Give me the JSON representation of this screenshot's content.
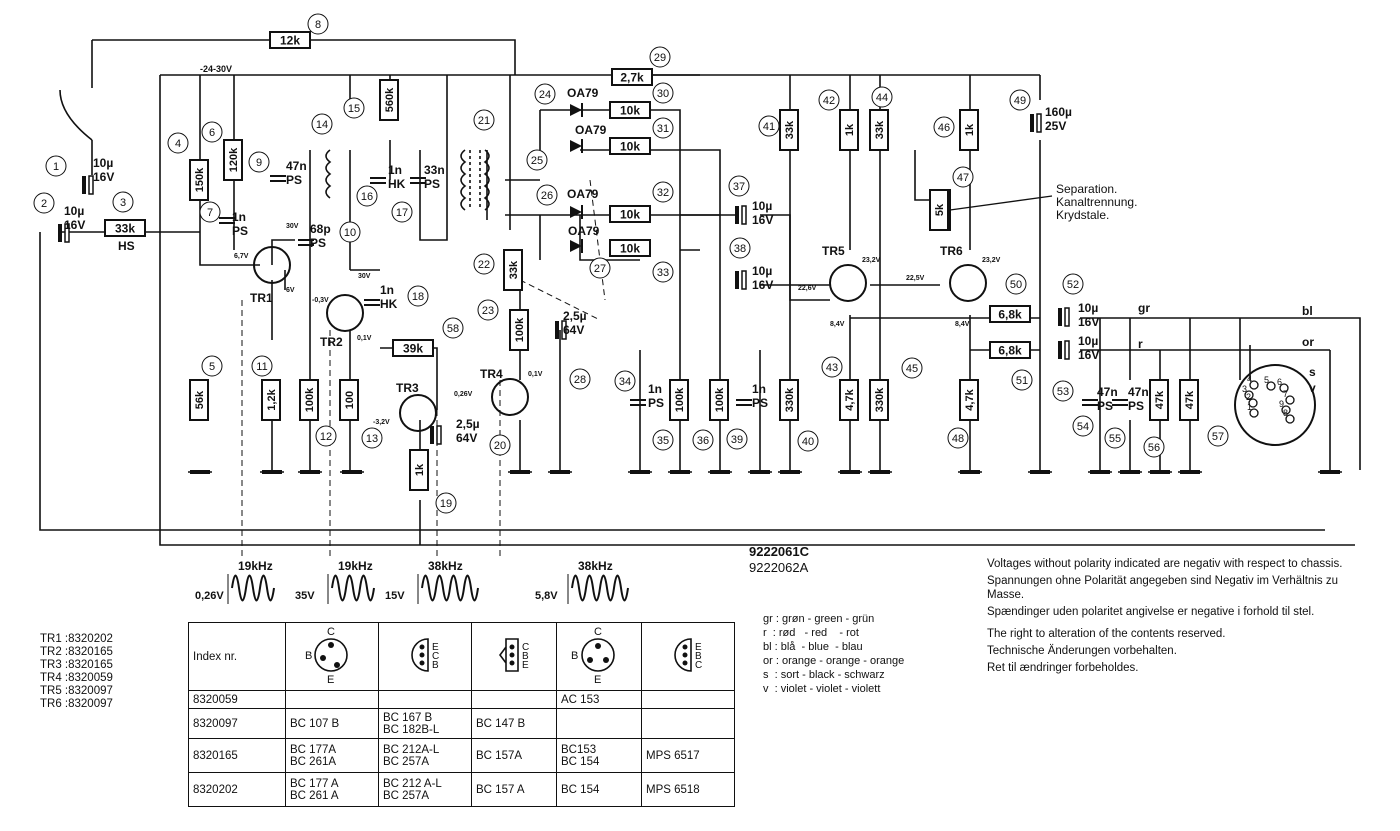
{
  "schematic": {
    "resistors": [
      {
        "ref": "8",
        "value": "12k"
      },
      {
        "ref": "29",
        "value": "2,7k"
      },
      {
        "ref": "30",
        "value": "10k"
      },
      {
        "ref": "31",
        "value": "10k"
      },
      {
        "ref": "32",
        "value": "10k"
      },
      {
        "ref": "33",
        "value": "10k"
      },
      {
        "ref": "3",
        "value": "33k"
      },
      {
        "ref": "4",
        "value": "150k"
      },
      {
        "ref": "6",
        "value": "120k"
      },
      {
        "ref": "15",
        "value": "560k"
      },
      {
        "ref": "5",
        "value": "56k"
      },
      {
        "ref": "11",
        "value": "1,2k"
      },
      {
        "ref": "12",
        "value": "100k"
      },
      {
        "ref": "13",
        "value": "100"
      },
      {
        "ref": "58",
        "value": "39k"
      },
      {
        "ref": "19",
        "value": "1k"
      },
      {
        "ref": "22",
        "value": "33k"
      },
      {
        "ref": "23",
        "value": "100k"
      },
      {
        "ref": "35",
        "value": "100k"
      },
      {
        "ref": "36",
        "value": "100k"
      },
      {
        "ref": "40",
        "value": "330k"
      },
      {
        "ref": "41",
        "value": "33k"
      },
      {
        "ref": "42",
        "value": "1k"
      },
      {
        "ref": "44",
        "value": "33k"
      },
      {
        "ref": "46",
        "value": "1k"
      },
      {
        "ref": "43",
        "value": "4,7k"
      },
      {
        "ref": "45",
        "value": "330k"
      },
      {
        "ref": "47",
        "value": "5k"
      },
      {
        "ref": "48",
        "value": "4,7k"
      },
      {
        "ref": "50",
        "value": "6,8k"
      },
      {
        "ref": "51",
        "value": "6,8k"
      },
      {
        "ref": "56a",
        "value": "47k"
      },
      {
        "ref": "56b",
        "value": "47k"
      }
    ],
    "capacitors": [
      {
        "ref": "1",
        "value": "10µ",
        "value2": "16V"
      },
      {
        "ref": "2",
        "value": "10µ",
        "value2": "16V"
      },
      {
        "ref": "7",
        "value": "1n",
        "value2": "PS"
      },
      {
        "ref": "9",
        "value": "47n",
        "value2": "PS"
      },
      {
        "ref": "10",
        "value": "68p",
        "value2": "PS"
      },
      {
        "ref": "16",
        "value": "1n",
        "value2": "HK"
      },
      {
        "ref": "17",
        "value": "33n",
        "value2": "PS"
      },
      {
        "ref": "18",
        "value": "1n",
        "value2": "HK"
      },
      {
        "ref": "20",
        "value": "2,5µ",
        "value2": "64V"
      },
      {
        "ref": "28",
        "value": "2,5µ",
        "value2": "64V"
      },
      {
        "ref": "34",
        "value": "1n",
        "value2": "PS"
      },
      {
        "ref": "39",
        "value": "1n",
        "value2": "PS"
      },
      {
        "ref": "37",
        "value": "10µ",
        "value2": "16V"
      },
      {
        "ref": "38",
        "value": "10µ",
        "value2": "16V"
      },
      {
        "ref": "49",
        "value": "160µ",
        "value2": "25V"
      },
      {
        "ref": "52",
        "value": "10µ",
        "value2": "16V"
      },
      {
        "ref": "53",
        "value": "10µ",
        "value2": "16V"
      },
      {
        "ref": "54",
        "value": "47n",
        "value2": "PS"
      },
      {
        "ref": "55",
        "value": "47n",
        "value2": "PS"
      }
    ],
    "diodes": [
      {
        "ref": "24",
        "type": "OA79"
      },
      {
        "ref": "25",
        "type": "OA79"
      },
      {
        "ref": "26",
        "type": "OA79"
      },
      {
        "ref": "27",
        "type": "OA79"
      }
    ],
    "transistors": [
      "TR1",
      "TR2",
      "TR3",
      "TR4",
      "TR5",
      "TR6"
    ],
    "supply_label": "-24-30V",
    "hs_label": "HS",
    "extra_refs": [
      "14",
      "21",
      "57"
    ],
    "voltages": [
      "6,7V",
      "6V",
      "30V",
      "30V",
      "-0,3V",
      "0,1V",
      "-3,2V",
      "0,26V",
      "0,1V",
      "23,2V",
      "22,5V",
      "22,6V",
      "23,2V",
      "8,4V",
      "8,4V"
    ],
    "separation": [
      "Separation.",
      "Kanaltrennung.",
      "Krydstale."
    ],
    "wire_labels": {
      "gr": "gr",
      "bl": "bl",
      "r": "r",
      "or": "or",
      "s": "s",
      "v": "v"
    },
    "din_pins": [
      "1",
      "2",
      "3",
      "4",
      "5",
      "6",
      "7",
      "8",
      "9"
    ]
  },
  "waveforms": [
    {
      "freq": "19kHz",
      "amp": "0,26V"
    },
    {
      "freq": "19kHz",
      "amp": "35V"
    },
    {
      "freq": "38kHz",
      "amp": "15V"
    },
    {
      "freq": "38kHz",
      "amp": "5,8V"
    }
  ],
  "part_numbers": [
    "9222061C",
    "9222062A"
  ],
  "transistor_list": [
    {
      "tr": "TR1",
      "code": "8320202"
    },
    {
      "tr": "TR2",
      "code": "8320165"
    },
    {
      "tr": "TR3",
      "code": "8320165"
    },
    {
      "tr": "TR4",
      "code": "8320059"
    },
    {
      "tr": "TR5",
      "code": "8320097"
    },
    {
      "tr": "TR6",
      "code": "8320097"
    }
  ],
  "index_table": {
    "header": "Index nr.",
    "pin_labels": {
      "p1": [
        "C",
        "B",
        "E"
      ],
      "p2": [
        "E",
        "C",
        "B"
      ],
      "p3": [
        "C",
        "B",
        "E"
      ],
      "p4": [
        "C",
        "B",
        "E"
      ],
      "p5": [
        "E",
        "B",
        "C"
      ]
    },
    "rows": [
      {
        "index": "8320059",
        "c1": "",
        "c1b": "",
        "c2": "",
        "c2b": "",
        "c3": "",
        "c4": "AC 153",
        "c4b": "",
        "c5": ""
      },
      {
        "index": "8320097",
        "c1": "BC 107 B",
        "c1b": "",
        "c2": "BC 167 B",
        "c2b": "BC 182B-L",
        "c3": "BC 147 B",
        "c4": "",
        "c4b": "",
        "c5": ""
      },
      {
        "index": "8320165",
        "c1": "BC 177A",
        "c1b": "BC 261A",
        "c2": "BC 212A-L",
        "c2b": "BC 257A",
        "c3": "BC 157A",
        "c4": "BC153",
        "c4b": "BC 154",
        "c5": "MPS 6517"
      },
      {
        "index": "8320202",
        "c1": "BC 177 A",
        "c1b": "BC 261 A",
        "c2": "BC 212 A-L",
        "c2b": "BC 257A",
        "c3": "BC 157 A",
        "c4": "BC 154",
        "c4b": "",
        "c5": "MPS 6518"
      }
    ]
  },
  "color_legend": [
    "gr : grøn - green - grün",
    "r  : rød   - red    - rot",
    "bl : blå  - blue  - blau",
    "or : orange - orange - orange",
    "s  : sort - black - schwarz",
    "v  : violet - violet - violett"
  ],
  "notes": [
    "Voltages without polarity indicated are negativ with respect to chassis.",
    "Spannungen ohne Polarität angegeben sind Negativ im Verhältnis zu Masse.",
    "Spændinger uden polaritet angivelse er negative i forhold til stel.",
    "The right to alteration of the contents reserved.",
    "Technische Änderungen vorbehalten.",
    "Ret til ændringer forbeholdes."
  ]
}
